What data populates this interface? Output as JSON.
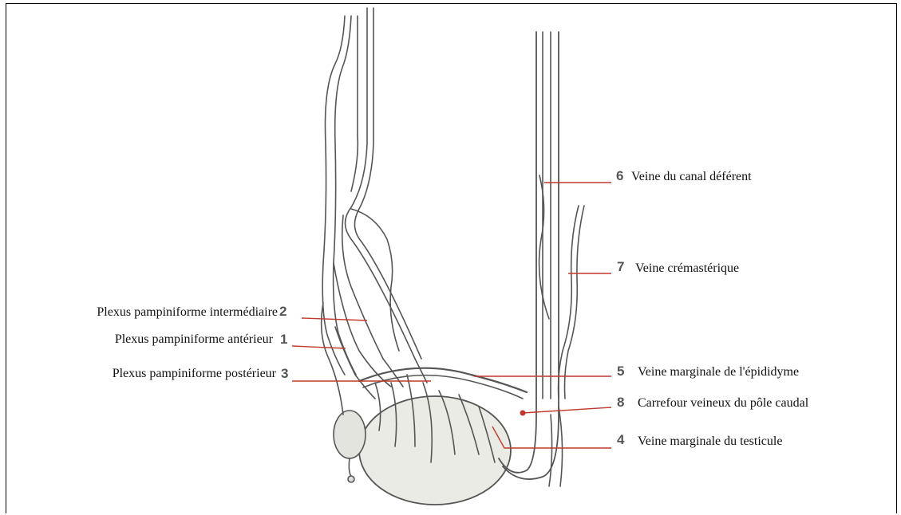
{
  "labels": {
    "l1": {
      "num": "1",
      "text": "Plexus pampiniforme antérieur"
    },
    "l2": {
      "num": "2",
      "text": "Plexus pampiniforme intermédiaire"
    },
    "l3": {
      "num": "3",
      "text": "Plexus pampiniforme postérieur"
    },
    "l4": {
      "num": "4",
      "text": "Veine marginale du testicule"
    },
    "l5": {
      "num": "5",
      "text": "Veine marginale de l'épididyme"
    },
    "l6": {
      "num": "6",
      "text": "Veine du canal déférent"
    },
    "l7": {
      "num": "7",
      "text": "Veine crémastérique"
    },
    "l8": {
      "num": "8",
      "text": "Carrefour veineux du pôle caudal"
    }
  },
  "colors": {
    "leader": "#c0392b",
    "outline": "#555555",
    "fill": "#e8e8e2"
  }
}
